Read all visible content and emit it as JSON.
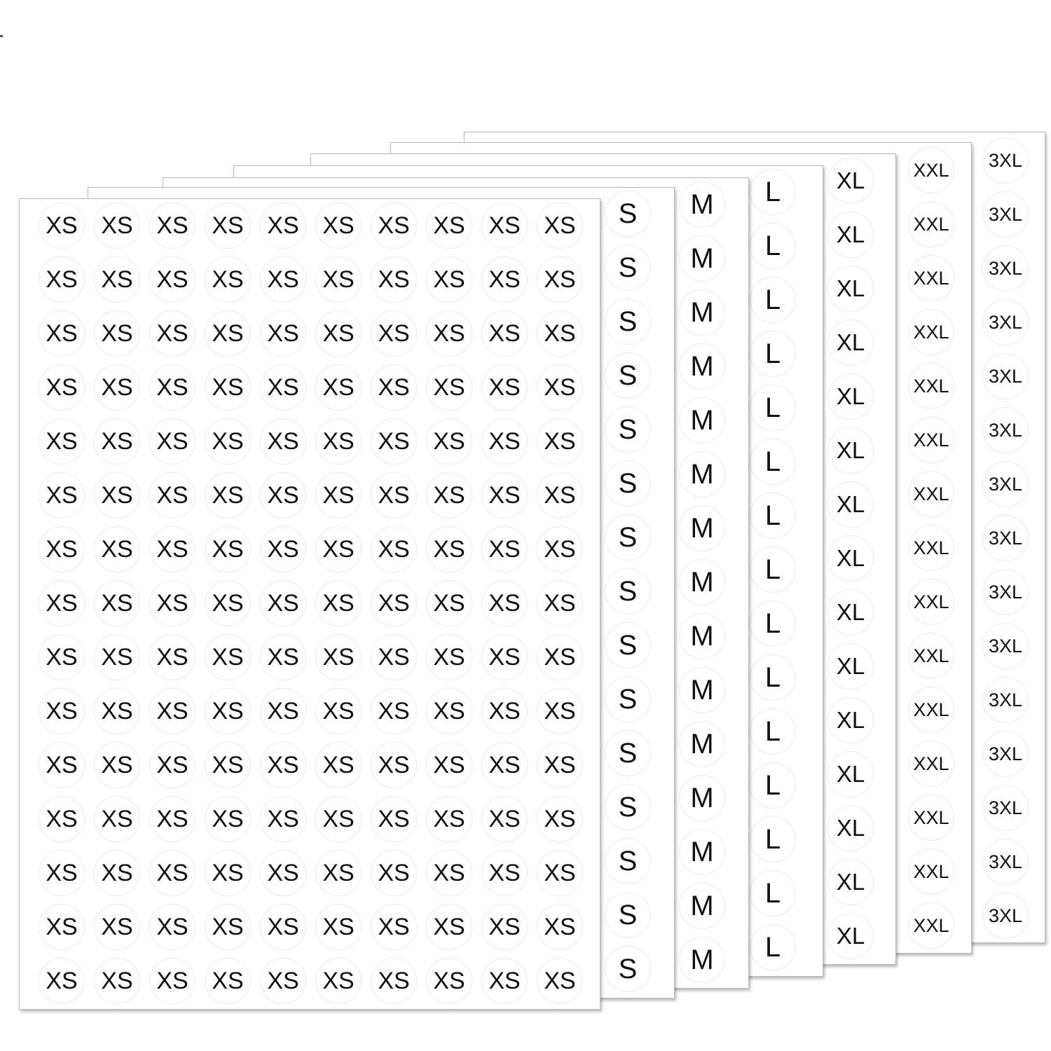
{
  "sheets": [
    {
      "id": "3xl",
      "label": "3XL"
    },
    {
      "id": "xxl",
      "label": "XXL"
    },
    {
      "id": "xl",
      "label": "XL"
    },
    {
      "id": "l",
      "label": "L"
    },
    {
      "id": "m",
      "label": "M"
    },
    {
      "id": "s",
      "label": "S"
    },
    {
      "id": "xs",
      "label": "XS"
    }
  ]
}
